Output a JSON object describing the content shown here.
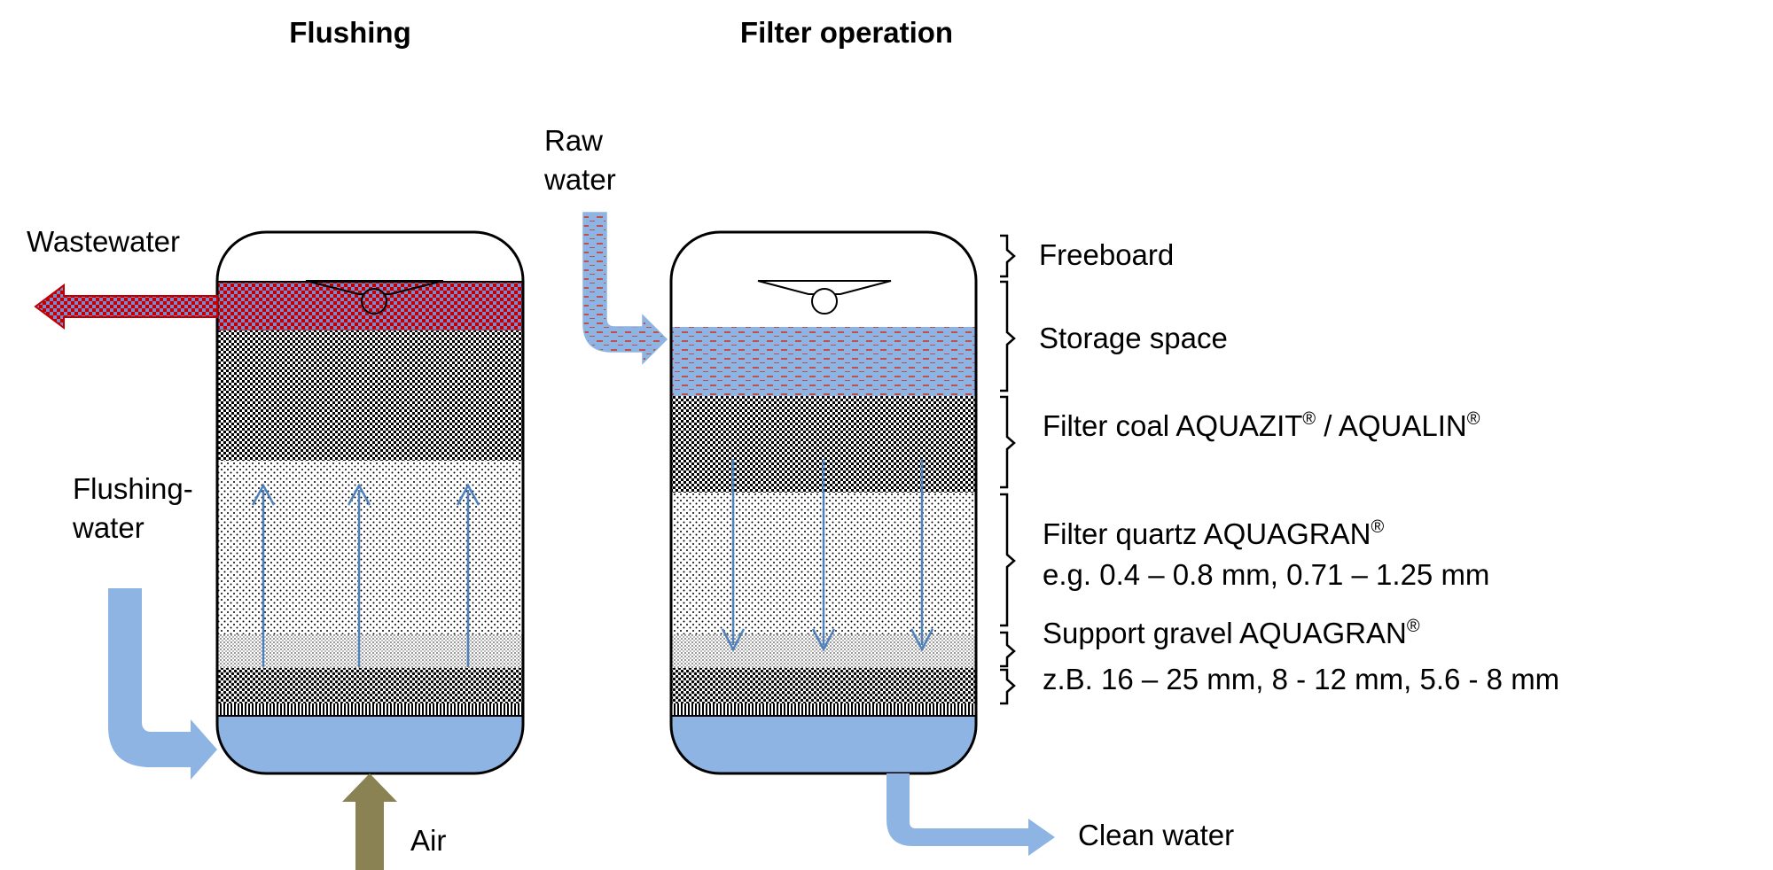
{
  "titles": {
    "flushing": "Flushing",
    "filter_operation": "Filter operation"
  },
  "flows": {
    "wastewater": "Wastewater",
    "flushing_water_1": "Flushing-",
    "flushing_water_2": "water",
    "air": "Air",
    "raw_water_1": "Raw",
    "raw_water_2": "water",
    "clean_water": "Clean water"
  },
  "layers": {
    "freeboard": "Freeboard",
    "storage": "Storage space",
    "coal_main": "Filter coal AQUAZIT",
    "coal_mid": " / AQUALIN",
    "quartz_main": "Filter quartz AQUAGRAN",
    "quartz_sizes": "e.g. 0.4  – 0.8 mm,  0.71 – 1.25 mm",
    "gravel_main": "Support gravel AQUAGRAN",
    "gravel_sizes": "z.B. 16 – 25 mm,  8 - 12 mm,  5.6 - 8 mm",
    "reg_mark": "®"
  },
  "colors": {
    "water": "#8eb4e3",
    "arrow": "#4f81bd",
    "wastewater_red": "#c00000",
    "wastewater_blue": "#7f7fbf",
    "air": "#8b8254",
    "outline": "#000000"
  }
}
